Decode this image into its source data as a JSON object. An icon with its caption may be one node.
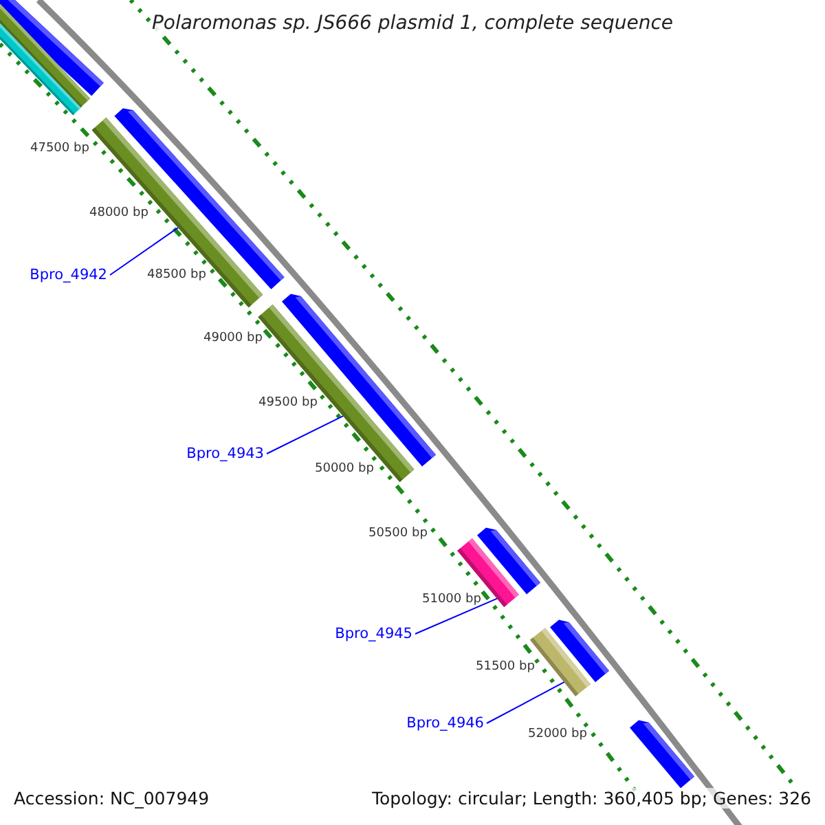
{
  "diagram": {
    "title": "Polaromonas sp. JS666 plasmid 1, complete sequence",
    "nodes": [
      {
        "text": [],
        "shape": "arrow"
      },
      {
        "text": [],
        "shape": "bar"
      },
      {
        "text": [],
        "shape": "bar"
      },
      {
        "text": [],
        "shape": "arrow"
      },
      {
        "text": [],
        "shape": "bar"
      },
      {
        "text": [
          "Bpro_4942"
        ]
      },
      {
        "text": [],
        "shape": "arrow"
      },
      {
        "text": [],
        "shape": "bar"
      },
      {
        "text": [
          "Bpro_4943"
        ]
      },
      {
        "text": [],
        "shape": "arrow"
      },
      {
        "text": [],
        "shape": "bar"
      },
      {
        "text": [
          "Bpro_4945"
        ]
      },
      {
        "text": [],
        "shape": "arrow"
      },
      {
        "text": [],
        "shape": "bar"
      },
      {
        "text": [
          "Bpro_4946"
        ]
      },
      {
        "text": [],
        "shape": "arrow"
      }
    ],
    "edges": [
      {
        "from": 5,
        "to": 4,
        "arrow": "none"
      },
      {
        "from": 8,
        "to": 7,
        "arrow": "none"
      },
      {
        "from": 11,
        "to": 10,
        "arrow": "none"
      },
      {
        "from": 14,
        "to": 13,
        "arrow": "none"
      }
    ],
    "labels": [
      "47500 bp",
      "48000 bp",
      "48500 bp",
      "49000 bp",
      "49500 bp",
      "50000 bp",
      "50500 bp",
      "51000 bp",
      "51500 bp",
      "52000 bp",
      "Accession: NC_007949",
      "Topology: circular; Length: 360,405 bp; Genes: 326"
    ]
  }
}
